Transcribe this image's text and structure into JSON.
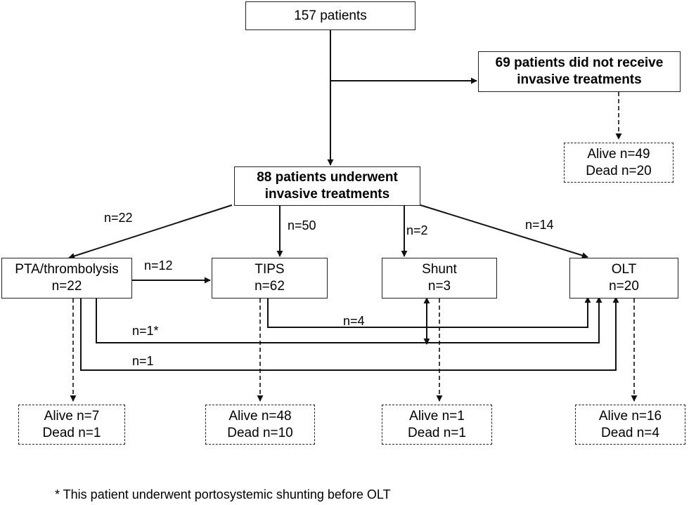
{
  "boxes": {
    "total": {
      "line1": "157 patients"
    },
    "no_invasive": {
      "line1": "69 patients did not receive",
      "line2": "invasive treatments"
    },
    "no_invasive_outcome": {
      "line1": "Alive n=49",
      "line2": "Dead n=20"
    },
    "invasive": {
      "line1": "88 patients underwent",
      "line2": "invasive treatments"
    },
    "pta": {
      "line1": "PTA/thrombolysis",
      "line2": "n=22"
    },
    "tips": {
      "line1": "TIPS",
      "line2": "n=62"
    },
    "shunt": {
      "line1": "Shunt",
      "line2": "n=3"
    },
    "olt": {
      "line1": "OLT",
      "line2": "n=20"
    },
    "pta_outcome": {
      "line1": "Alive n=7",
      "line2": "Dead n=1"
    },
    "tips_outcome": {
      "line1": "Alive n=48",
      "line2": "Dead n=10"
    },
    "shunt_outcome": {
      "line1": "Alive n=1",
      "line2": "Dead n=1"
    },
    "olt_outcome": {
      "line1": "Alive n=16",
      "line2": "Dead n=4"
    }
  },
  "edge_labels": {
    "to_pta": "n=22",
    "to_tips": "n=50",
    "to_shunt": "n=2",
    "to_olt": "n=14",
    "pta_to_tips": "n=12",
    "tips_to_olt": "n=4",
    "pta_to_olt_star": "n=1*",
    "pta_to_olt": "n=1"
  },
  "footnote": "* This patient underwent portosystemic shunting before OLT"
}
